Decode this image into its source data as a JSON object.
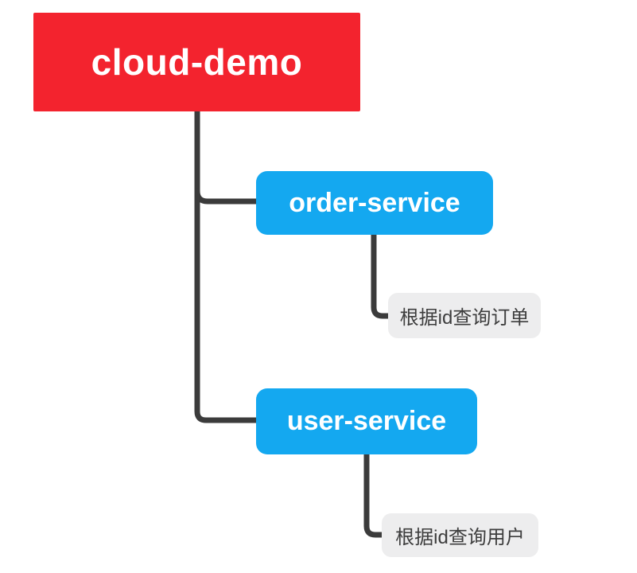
{
  "mindmap": {
    "root": {
      "label": "cloud-demo"
    },
    "branches": [
      {
        "label": "order-service",
        "children": [
          {
            "label": "根据id查询订单"
          }
        ]
      },
      {
        "label": "user-service",
        "children": [
          {
            "label": "根据id查询用户"
          }
        ]
      }
    ]
  },
  "colors": {
    "background": "#ffffff",
    "root_bg": "#F3232E",
    "root_text": "#FFFFFF",
    "service_bg": "#14A8F0",
    "service_text": "#FFFFFF",
    "leaf_bg": "#EDEDEE",
    "leaf_text": "#3D3D3D",
    "connector": "#3B3B3B"
  }
}
